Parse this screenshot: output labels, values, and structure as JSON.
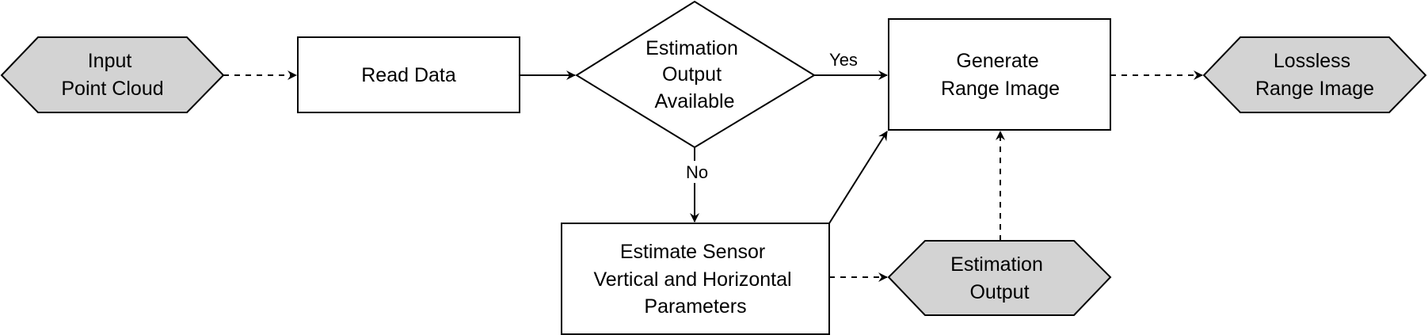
{
  "diagram": {
    "colors": {
      "terminal_fill": "#d3d3d3",
      "process_fill": "#ffffff",
      "stroke": "#000000"
    },
    "nodes": {
      "input": {
        "lines": [
          "Input",
          "Point Cloud"
        ],
        "shape": "hexagon"
      },
      "read_data": {
        "lines": [
          "Read Data"
        ],
        "shape": "rectangle"
      },
      "decision": {
        "lines": [
          "Estimation",
          "Output",
          "Available"
        ],
        "shape": "diamond"
      },
      "generate": {
        "lines": [
          "Generate",
          "Range Image"
        ],
        "shape": "rectangle"
      },
      "lossless": {
        "lines": [
          "Lossless",
          "Range Image"
        ],
        "shape": "hexagon"
      },
      "estimate": {
        "lines": [
          "Estimate Sensor",
          "Vertical and Horizontal",
          "Parameters"
        ],
        "shape": "rectangle"
      },
      "estimation_output": {
        "lines": [
          "Estimation",
          "Output"
        ],
        "shape": "hexagon"
      }
    },
    "edges": {
      "yes_label": "Yes",
      "no_label": "No"
    }
  }
}
